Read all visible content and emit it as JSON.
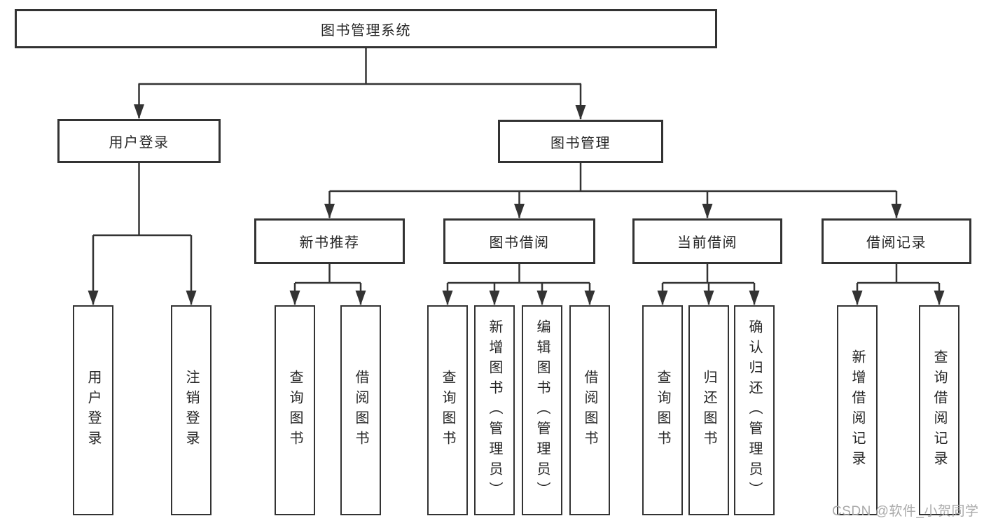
{
  "diagram": {
    "type": "hierarchy-tree",
    "root": {
      "label": "图书管理系统"
    },
    "level2": [
      {
        "label": "用户登录"
      },
      {
        "label": "图书管理"
      }
    ],
    "level3": [
      {
        "label": "新书推荐",
        "parent": "图书管理"
      },
      {
        "label": "图书借阅",
        "parent": "图书管理"
      },
      {
        "label": "当前借阅",
        "parent": "图书管理"
      },
      {
        "label": "借阅记录",
        "parent": "图书管理"
      }
    ],
    "leaves": [
      {
        "label": "用户登录",
        "parent": "用户登录"
      },
      {
        "label": "注销登录",
        "parent": "用户登录"
      },
      {
        "label": "查询图书",
        "parent": "新书推荐"
      },
      {
        "label": "借阅图书",
        "parent": "新书推荐"
      },
      {
        "label": "查询图书",
        "parent": "图书借阅"
      },
      {
        "label": "新增图书（管理员）",
        "parent": "图书借阅"
      },
      {
        "label": "编辑图书（管理员）",
        "parent": "图书借阅"
      },
      {
        "label": "借阅图书",
        "parent": "图书借阅"
      },
      {
        "label": "查询图书",
        "parent": "当前借阅"
      },
      {
        "label": "归还图书",
        "parent": "当前借阅"
      },
      {
        "label": "确认归还（管理员）",
        "parent": "当前借阅"
      },
      {
        "label": "新增借阅记录",
        "parent": "借阅记录"
      },
      {
        "label": "查询借阅记录",
        "parent": "借阅记录"
      }
    ]
  },
  "watermark": {
    "text": "CSDN @软件_小贺同学"
  },
  "colors": {
    "line": "#333333",
    "box_border": "#333333",
    "box_fill": "#ffffff",
    "text": "#262626",
    "watermark": "#aaaaaa",
    "background": "#ffffff"
  }
}
